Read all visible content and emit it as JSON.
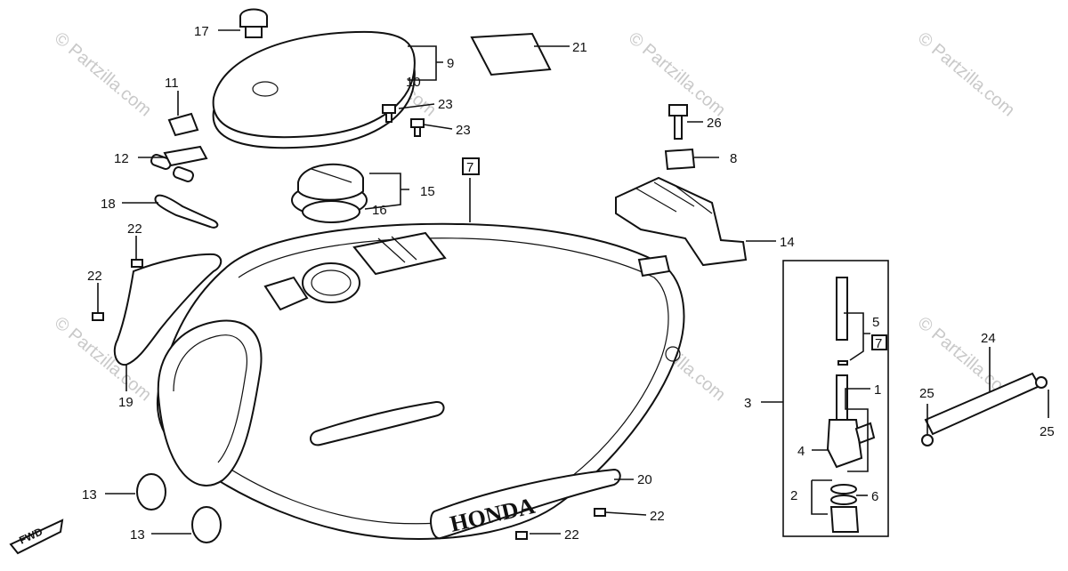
{
  "watermark": "© Partzilla.com",
  "brand_text": "HONDA",
  "fwd_label": "FWD",
  "callouts": [
    "1",
    "2",
    "3",
    "4",
    "5",
    "6",
    "7",
    "8",
    "9",
    "10",
    "11",
    "12",
    "13",
    "14",
    "15",
    "16",
    "17",
    "18",
    "19",
    "20",
    "21",
    "22",
    "23",
    "24",
    "25",
    "26"
  ],
  "ref_boxes": [
    "7",
    "7"
  ]
}
